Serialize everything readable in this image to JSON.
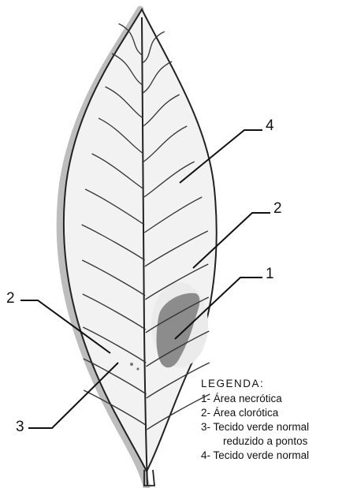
{
  "callouts": {
    "label_4": "4",
    "label_2_right": "2",
    "label_1": "1",
    "label_2_left": "2",
    "label_3": "3"
  },
  "legend": {
    "title": "LEGENDA:",
    "items": [
      {
        "text": "1- Área necrótica"
      },
      {
        "text": "2- Área clorótica"
      },
      {
        "text": "3- Tecido verde normal",
        "continuation": "reduzido a pontos"
      },
      {
        "text": "4- Tecido verde normal"
      }
    ]
  },
  "colors": {
    "outline": "#222222",
    "shadow": "#bdbdbd",
    "leaf_fill": "#f2f2f2",
    "chlorotic": "#ebebeb",
    "necrotic": "#8c8c8c",
    "ink": "#111111"
  }
}
